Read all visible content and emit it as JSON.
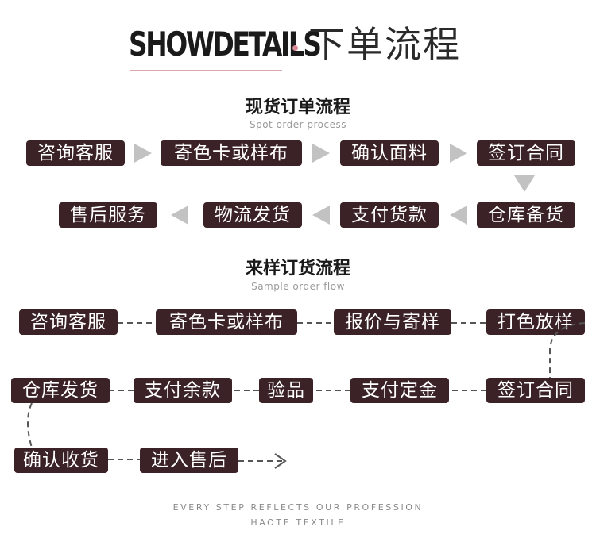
{
  "header": {
    "brand": "SHOWDETAILS",
    "title": "下单流程"
  },
  "spot_section": {
    "title": "现货订单流程",
    "subtitle": "Spot order process",
    "steps": [
      "咨询客服",
      "寄色卡或样布",
      "确认面料",
      "签订合同",
      "仓库备货",
      "支付货款",
      "物流发货",
      "售后服务"
    ]
  },
  "sample_section": {
    "title": "来样订货流程",
    "subtitle": "Sample order flow",
    "steps": [
      "咨询客服",
      "寄色卡或样布",
      "报价与寄样",
      "打色放样",
      "签订合同",
      "支付定金",
      "验品",
      "支付余款",
      "仓库发货",
      "确认收货",
      "进入售后"
    ]
  },
  "footer": {
    "line1": "EVERY STEP REFLECTS OUR PROFESSION",
    "line2": "HAOTE TEXTILE"
  },
  "colors": {
    "box": "#3a2226",
    "arrow": "#c2c2c2",
    "dash": "#555555",
    "accent": "#d98b97"
  }
}
